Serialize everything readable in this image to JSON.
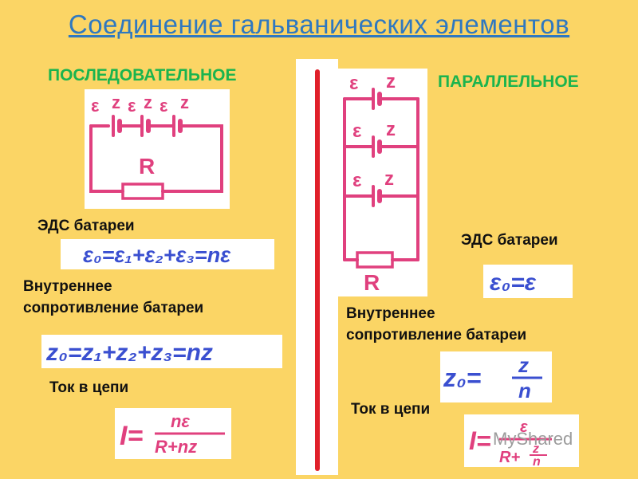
{
  "title": "Соединение гальванических элементов",
  "series": {
    "heading": "ПОСЛЕДОВАТЕЛЬНОЕ",
    "emf_label": "ЭДС батареи",
    "resistance_label_1": "Внутреннее",
    "resistance_label_2": "сопротивление  батареи",
    "current_label": "Ток в цепи"
  },
  "parallel": {
    "heading": "ПАРАЛЛЕЛЬНОЕ",
    "emf_label": "ЭДС батареи",
    "resistance_label_1": "Внутреннее",
    "resistance_label_2": "сопротивление  батареи",
    "current_label": "Ток в цепи"
  },
  "watermark": "MyShared",
  "colors": {
    "background": "#fbd565",
    "title": "#2f78c0",
    "heading": "#1bb44e",
    "circuit": "#e0407e",
    "formula": "#3a4fd0",
    "divider_line": "#e0202a"
  }
}
